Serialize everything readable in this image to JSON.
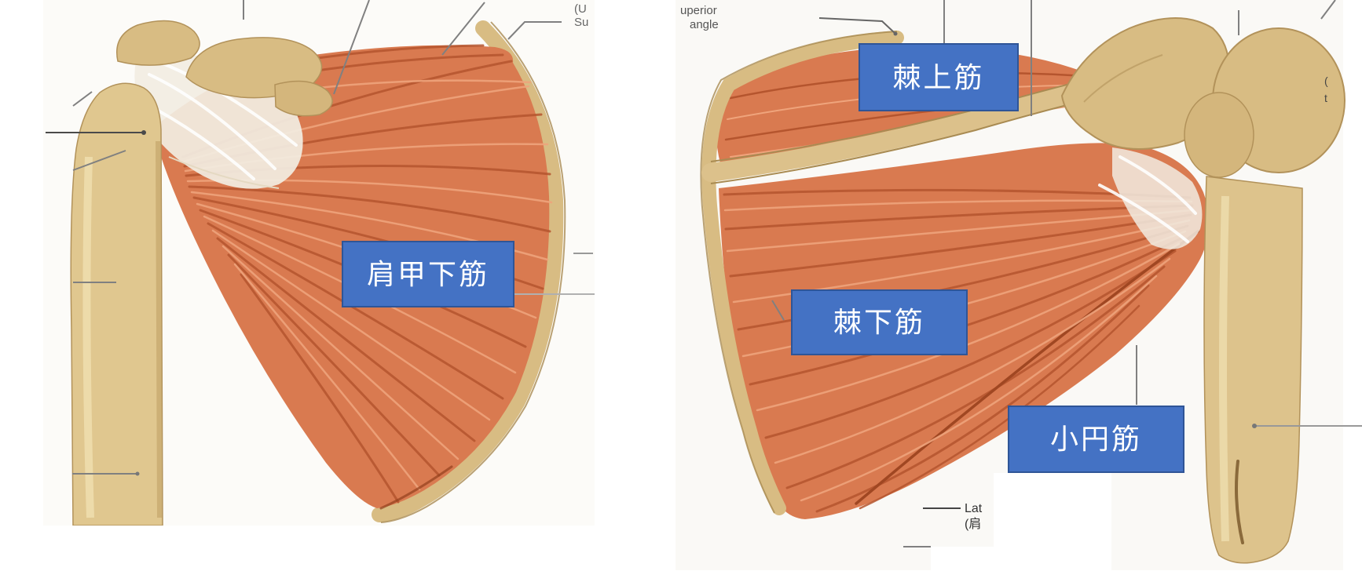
{
  "colors": {
    "label_fill": "#4472C4",
    "label_border": "#2F5597",
    "label_text": "#FFFFFF",
    "muscle_base": "#D97A50",
    "muscle_dark": "#B5552E",
    "muscle_light": "#EFA47C",
    "bone": "#D8BC83",
    "leader_line": "#8A8A8A",
    "background": "#FFFFFF"
  },
  "labels": {
    "subscapularis": "肩甲下筋",
    "supraspinatus": "棘上筋",
    "infraspinatus": "棘下筋",
    "teres_minor": "小円筋"
  },
  "figure_left": {
    "caption_fragments": {
      "top_right_line1": "(U",
      "top_right_line2": "Su"
    }
  },
  "figure_right": {
    "caption_fragments": {
      "superior_angle_line1": "uperior",
      "superior_angle_line2": "angle",
      "lateral_line1": "Lat",
      "lateral_line2": "(肩",
      "right_edge_line1": "(",
      "right_edge_line2": "t"
    }
  }
}
